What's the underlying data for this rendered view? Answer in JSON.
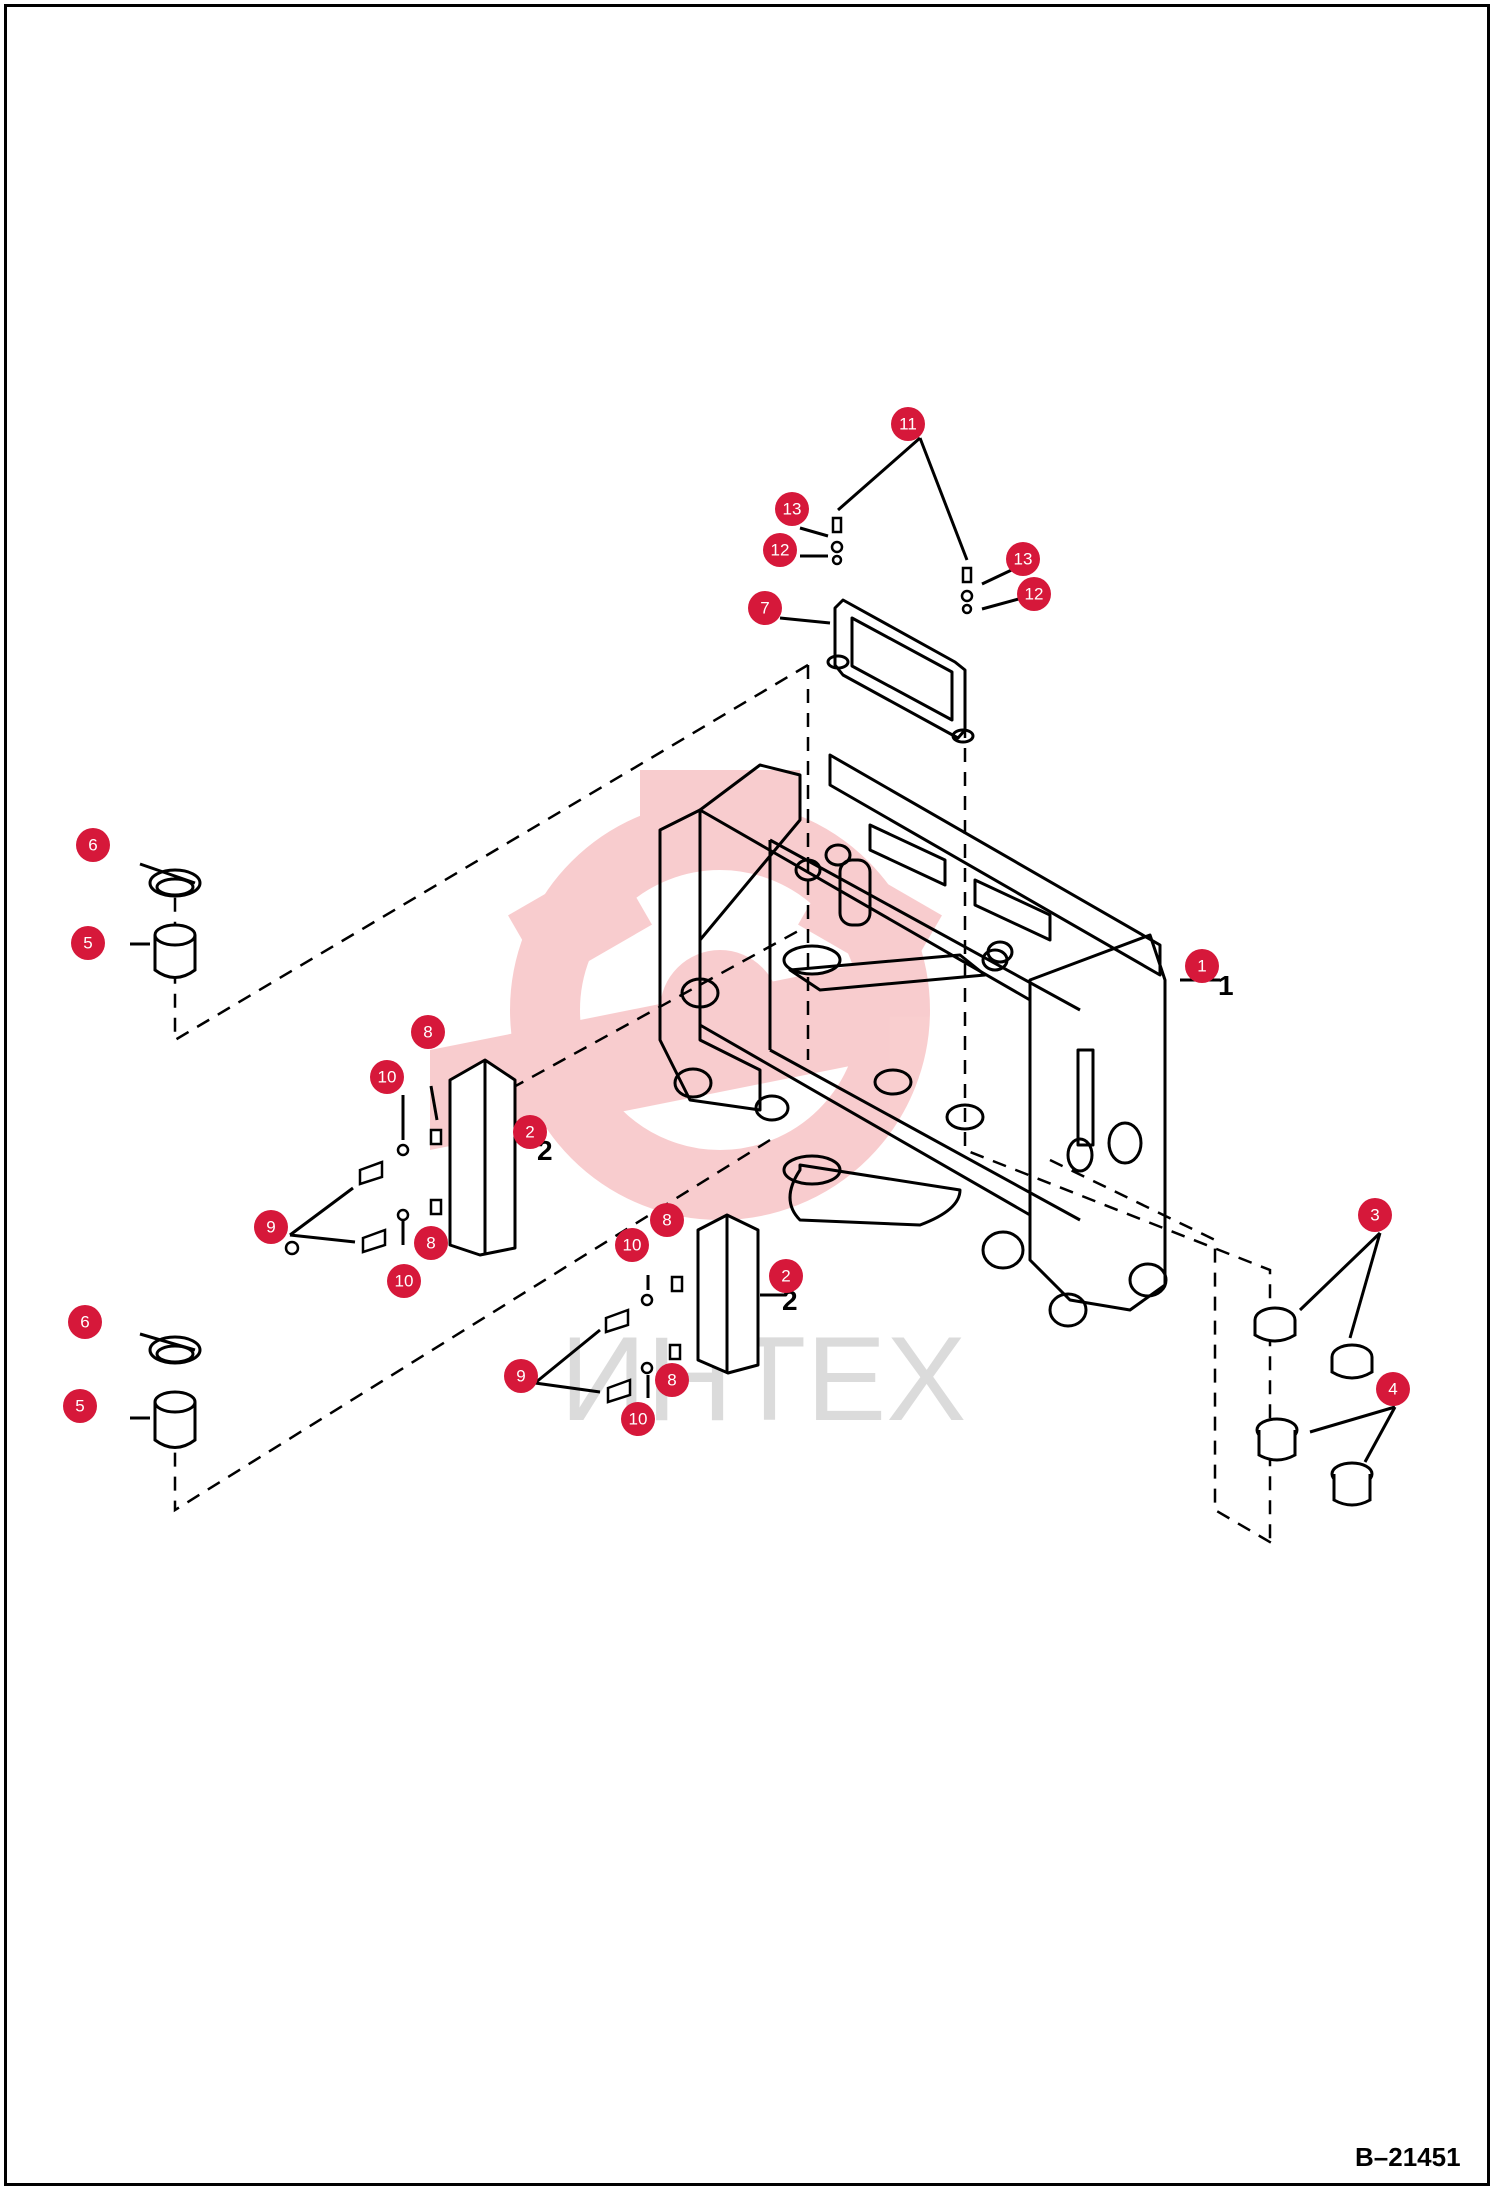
{
  "reference_code": "B–21451",
  "watermark": {
    "text": "ИНТЕХ",
    "color": "#e31e24"
  },
  "colors": {
    "callout": "#d6183a",
    "line": "#000000"
  },
  "callouts": [
    {
      "id": "c1",
      "label": "1"
    },
    {
      "id": "c2a",
      "label": "2"
    },
    {
      "id": "c2b",
      "label": "2"
    },
    {
      "id": "c3",
      "label": "3"
    },
    {
      "id": "c4",
      "label": "4"
    },
    {
      "id": "c5a",
      "label": "5"
    },
    {
      "id": "c5b",
      "label": "5"
    },
    {
      "id": "c6a",
      "label": "6"
    },
    {
      "id": "c6b",
      "label": "6"
    },
    {
      "id": "c7",
      "label": "7"
    },
    {
      "id": "c8a",
      "label": "8"
    },
    {
      "id": "c8b",
      "label": "8"
    },
    {
      "id": "c8c",
      "label": "8"
    },
    {
      "id": "c8d",
      "label": "8"
    },
    {
      "id": "c9a",
      "label": "9"
    },
    {
      "id": "c9b",
      "label": "9"
    },
    {
      "id": "c10a",
      "label": "10"
    },
    {
      "id": "c10b",
      "label": "10"
    },
    {
      "id": "c10c",
      "label": "10"
    },
    {
      "id": "c10d",
      "label": "10"
    },
    {
      "id": "c11",
      "label": "11"
    },
    {
      "id": "c12a",
      "label": "12"
    },
    {
      "id": "c12b",
      "label": "12"
    },
    {
      "id": "c13a",
      "label": "13"
    },
    {
      "id": "c13b",
      "label": "13"
    }
  ]
}
